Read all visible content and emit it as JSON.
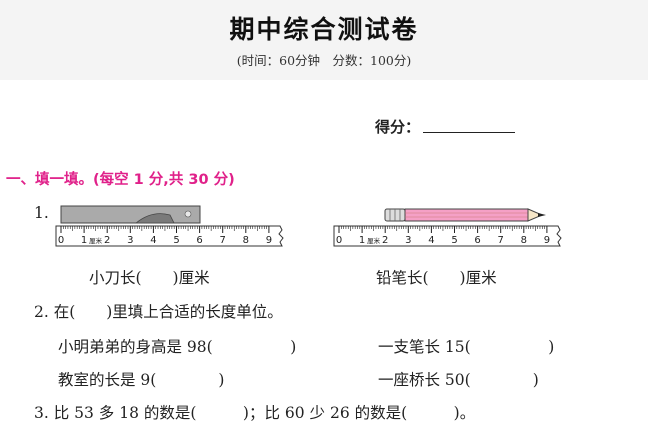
{
  "header": {
    "title": "期中综合测试卷",
    "subtitle": "(时间：60分钟　分数：100分)"
  },
  "score": {
    "label": "得分："
  },
  "section1": {
    "title": "一、填一填。(每空 1 分,共 30 分)"
  },
  "q1": {
    "number": "1.",
    "ruler_ticks": [
      "0",
      "1",
      "2",
      "3",
      "4",
      "5",
      "6",
      "7",
      "8",
      "9"
    ],
    "ruler_unit": "厘米",
    "knife_label": "小刀长(　　)厘米",
    "pencil_label": "铅笔长(　　)厘米",
    "colors": {
      "knife": "#aaaaaa",
      "pencil": "#f5a0c6",
      "ruler_face": "#ffffff"
    }
  },
  "q2": {
    "stem": "2. 在(　　)里填上合适的长度单位。",
    "item_a": "小明弟弟的身高是 98(　　　　　)",
    "item_b": "一支笔长 15(　　　　　)",
    "item_c": "教室的长是 9(　　　　)",
    "item_d": "一座桥长 50(　　　　)"
  },
  "q3": {
    "text": "3. 比 53 多 18 的数是(　　　)；比 60 少 26 的数是(　　　)。"
  }
}
